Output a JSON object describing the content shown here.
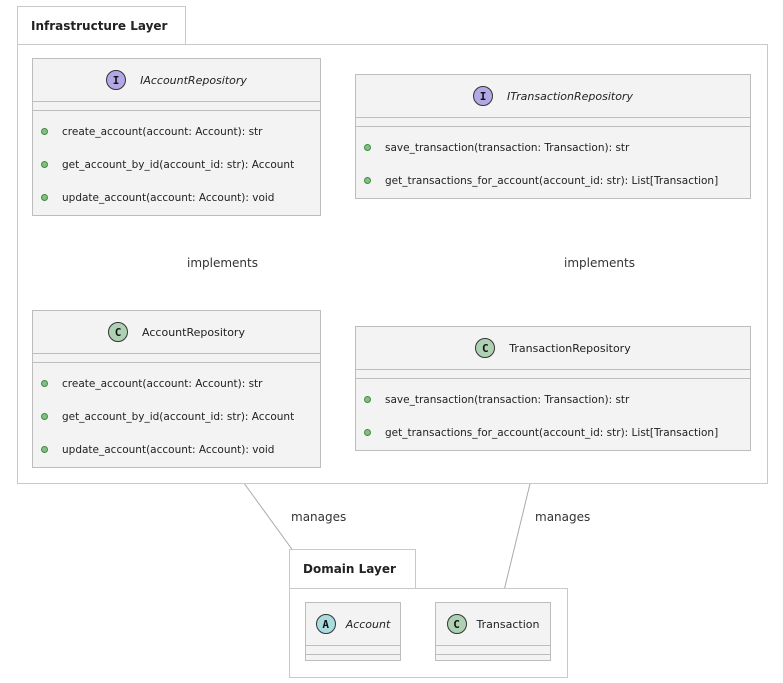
{
  "packages": {
    "infrastructure": {
      "title": "Infrastructure Layer"
    },
    "domain": {
      "title": "Domain Layer"
    }
  },
  "classes": {
    "iaccount_repo": {
      "badge": "I",
      "name": "IAccountRepository",
      "methods": [
        "create_account(account: Account): str",
        "get_account_by_id(account_id: str): Account",
        "update_account(account: Account): void"
      ]
    },
    "itransaction_repo": {
      "badge": "I",
      "name": "ITransactionRepository",
      "methods": [
        "save_transaction(transaction: Transaction): str",
        "get_transactions_for_account(account_id: str): List[Transaction]"
      ]
    },
    "account_repo": {
      "badge": "C",
      "name": "AccountRepository",
      "methods": [
        "create_account(account: Account): str",
        "get_account_by_id(account_id: str): Account",
        "update_account(account: Account): void"
      ]
    },
    "transaction_repo": {
      "badge": "C",
      "name": "TransactionRepository",
      "methods": [
        "save_transaction(transaction: Transaction): str",
        "get_transactions_for_account(account_id: str): List[Transaction]"
      ]
    },
    "account": {
      "badge": "A",
      "name": "Account"
    },
    "transaction": {
      "badge": "C",
      "name": "Transaction"
    }
  },
  "relations": {
    "implements_account": "implements",
    "implements_transaction": "implements",
    "manages_account": "manages",
    "manages_transaction": "manages"
  },
  "colors": {
    "interface_badge": "#b4a7e5",
    "class_badge": "#add1b2",
    "abstract_badge": "#a9dcdf",
    "box_fill": "#f3f3f3",
    "border": "#bdbdbd",
    "method_dot": "#84be84"
  }
}
